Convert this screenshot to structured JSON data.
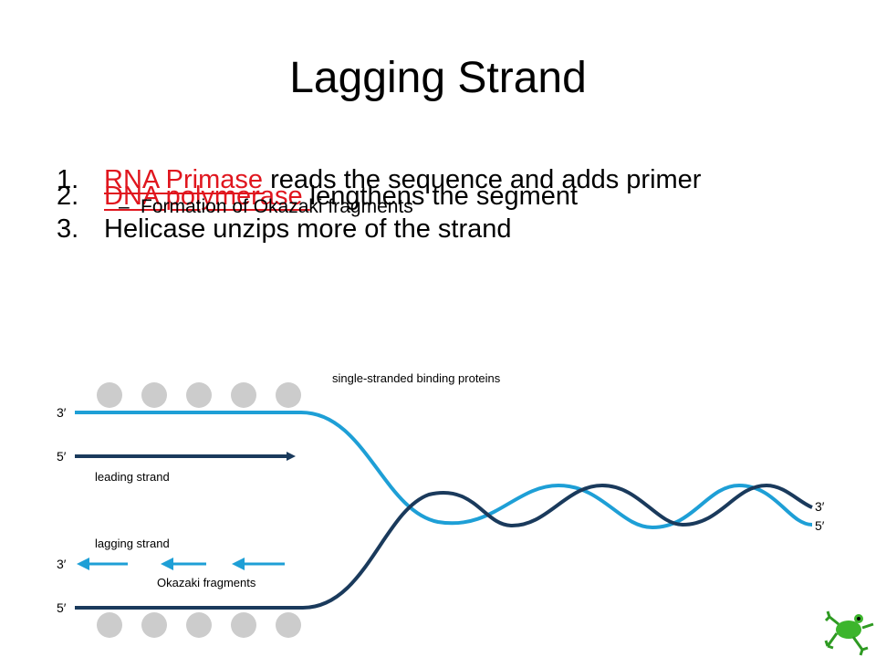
{
  "title": "Lagging Strand",
  "bullets": [
    {
      "num": "1.",
      "highlight": "RNA Primase",
      "rest": " reads the sequence and adds primer"
    },
    {
      "num": "2.",
      "highlight": "DNA polymerase ",
      "rest": "lengthens the segment"
    },
    {
      "dash": "–",
      "sub": "Formation of Okazaki fragments"
    },
    {
      "num": "3.",
      "text": "Helicase unzips more of the strand"
    }
  ],
  "diagram": {
    "ssb_label": "single-stranded binding proteins",
    "top_strand_end": "3′",
    "leading_end": "5′",
    "leading_label": "leading strand",
    "lagging_label": "lagging strand",
    "lagging_end": "3′",
    "okazaki_label": "Okazaki fragments",
    "bottom_strand_end": "5′",
    "right_end_top": "3′",
    "right_end_bottom": "5′"
  },
  "colors": {
    "light_strand": "#1e9fd6",
    "dark_strand": "#1a3a5c",
    "protein": "#cccccc",
    "accent_red": "#e0161e"
  },
  "logo": "frog-icon"
}
